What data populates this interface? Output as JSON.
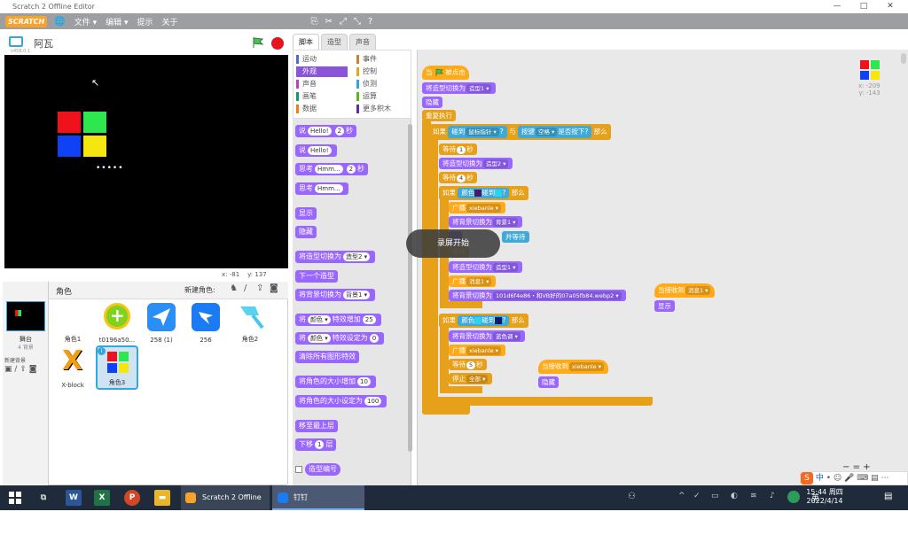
{
  "window": {
    "title": "Scratch 2 Offline Editor",
    "min": "—",
    "max": "□",
    "close": "✕"
  },
  "menubar": {
    "logo": "SCRATCH",
    "items": [
      "文件 ▾",
      "编辑 ▾",
      "提示",
      "关于"
    ]
  },
  "stage": {
    "sprite_name": "阿瓦",
    "version_label": "v458.0.1",
    "dots": "•••••",
    "x_label": "x:",
    "x_value": "-81",
    "y_label": "y:",
    "y_value": "137"
  },
  "sprite_pane": {
    "header": "角色",
    "new_sprite_label": "新建角色:",
    "stage_label": "舞台",
    "stage_sub": "4 背景",
    "new_backdrop_label": "新建背景",
    "sprites": [
      {
        "name": "角色1"
      },
      {
        "name": "t0196a50..."
      },
      {
        "name": "258 (1)"
      },
      {
        "name": "256"
      },
      {
        "name": "角色2"
      },
      {
        "name": "X-block"
      },
      {
        "name": "角色3",
        "selected": true
      }
    ]
  },
  "tabs": [
    "脚本",
    "造型",
    "声音"
  ],
  "categories": [
    {
      "label": "运动",
      "color": "#4a6cd4"
    },
    {
      "label": "外观",
      "color": "#8a55d7",
      "selected": true
    },
    {
      "label": "声音",
      "color": "#bb42c3"
    },
    {
      "label": "画笔",
      "color": "#0e9a6c"
    },
    {
      "label": "数据",
      "color": "#ee7d16"
    },
    {
      "label": "事件",
      "color": "#c88330"
    },
    {
      "label": "控制",
      "color": "#e1a91a"
    },
    {
      "label": "侦测",
      "color": "#2ca5e2"
    },
    {
      "label": "运算",
      "color": "#5cb712"
    },
    {
      "label": "更多积木",
      "color": "#632d99"
    }
  ],
  "palette": {
    "say_secs": {
      "a": "说",
      "in1": "Hello!",
      "in2": "2",
      "b": "秒"
    },
    "say": {
      "a": "说",
      "in1": "Hello!"
    },
    "think_secs": {
      "a": "思考",
      "in1": "Hmm...",
      "in2": "2",
      "b": "秒"
    },
    "think": {
      "a": "思考",
      "in1": "Hmm..."
    },
    "show": "显示",
    "hide": "隐藏",
    "switch_costume": {
      "a": "将造型切换为",
      "dd": "造型2 ▾"
    },
    "next_costume": "下一个造型",
    "switch_backdrop": {
      "a": "将背景切换为",
      "dd": "背景1 ▾"
    },
    "change_effect": {
      "a": "将",
      "dd": "颜色 ▾",
      "b": "特效增加",
      "in": "25"
    },
    "set_effect": {
      "a": "将",
      "dd": "颜色 ▾",
      "b": "特效设定为",
      "in": "0"
    },
    "clear_effects": "清除所有图形特效",
    "change_size": {
      "a": "将角色的大小增加",
      "in": "10"
    },
    "set_size": {
      "a": "将角色的大小设定为",
      "in": "100"
    },
    "front": "移至最上层",
    "back": {
      "a": "下移",
      "in": "1",
      "b": "层"
    },
    "costume_num": "造型编号"
  },
  "script": {
    "when_flag": {
      "a": "当",
      "b": "被点击"
    },
    "switch_costume1": {
      "a": "将造型切换为",
      "dd": "造型1 ▾"
    },
    "hide": "隐藏",
    "forever": "重复执行",
    "if1": {
      "a": "如果",
      "touch": "碰到",
      "touch_dd": "鼠标指针 ▾",
      "q": "?",
      "and": "与",
      "key": "按键",
      "key_dd": "空格 ▾",
      "key_b": "是否按下?",
      "then": "那么"
    },
    "wait1": {
      "a": "等待",
      "in": "1",
      "b": "秒"
    },
    "switch_costume2": {
      "a": "将造型切换为",
      "dd": "造型2 ▾"
    },
    "wait4": {
      "a": "等待",
      "in": "4",
      "b": "秒"
    },
    "if2": {
      "a": "如果",
      "color": "颜色",
      "touch": "碰到",
      "q": "?",
      "then": "那么"
    },
    "broadcast1": {
      "a": "广播",
      "dd": "xiebanle ▾"
    },
    "switch_bg1": {
      "a": "将背景切换为",
      "dd": "背景1 ▾"
    },
    "wait_until_fragment": "并等待",
    "wait_fragment": "等待",
    "switch_costume1b": {
      "a": "将造型切换为",
      "dd": "造型1 ▾"
    },
    "broadcast2": {
      "a": "广播",
      "dd": "消息1 ▾"
    },
    "switch_bg_long": {
      "a": "将背景切换为",
      "dd": "101d6f4e86・和VB好的07a05fb84.webp2 ▾"
    },
    "if3": {
      "a": "如果",
      "color": "颜色",
      "touch": "碰到",
      "q": "?",
      "then": "那么"
    },
    "switch_bg_weather": {
      "a": "将背景切换为",
      "dd": "蓝色调 ▾"
    },
    "broadcast3": {
      "a": "广播",
      "dd": "xiebanle ▾"
    },
    "wait5": {
      "a": "等待",
      "in": "5",
      "b": "秒"
    },
    "stop": {
      "a": "停止",
      "dd": "全部 ▾"
    },
    "hat_receive1": {
      "a": "当接收到",
      "dd": "xiebanle ▾"
    },
    "hide2": "隐藏",
    "hat_receive2": {
      "a": "当接收到",
      "dd": "消息1 ▾"
    },
    "show2": "显示"
  },
  "sprite_info": {
    "x": "x: -209",
    "y": "y: -143"
  },
  "recording_bubble": "录屏开始",
  "zoom": {
    "out": "−",
    "reset": "=",
    "in": "+"
  },
  "ime": {
    "logo": "S",
    "lang": "中"
  },
  "taskbar": {
    "apps": [
      {
        "label": "Scratch 2 Offline ..."
      },
      {
        "label": "钉钉"
      }
    ],
    "time": "15:44 周四",
    "date": "2022/4/14",
    "ime_en": "英"
  },
  "colors": {
    "accent": "#33a7d9",
    "menubar": "#9c9ea2",
    "control": "#e6a01a",
    "looks": "#9966ff",
    "events": "#ffab19"
  }
}
